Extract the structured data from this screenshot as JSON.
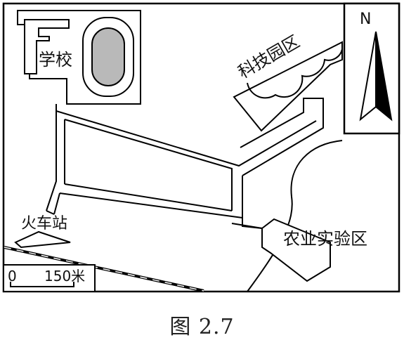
{
  "labels": {
    "school": "学校",
    "tech_park": "科技园区",
    "train_station": "火车站",
    "agri_zone": "农业实验区",
    "north": "N",
    "scale_zero": "0",
    "scale_value": "150米"
  },
  "caption": "图 2.7"
}
